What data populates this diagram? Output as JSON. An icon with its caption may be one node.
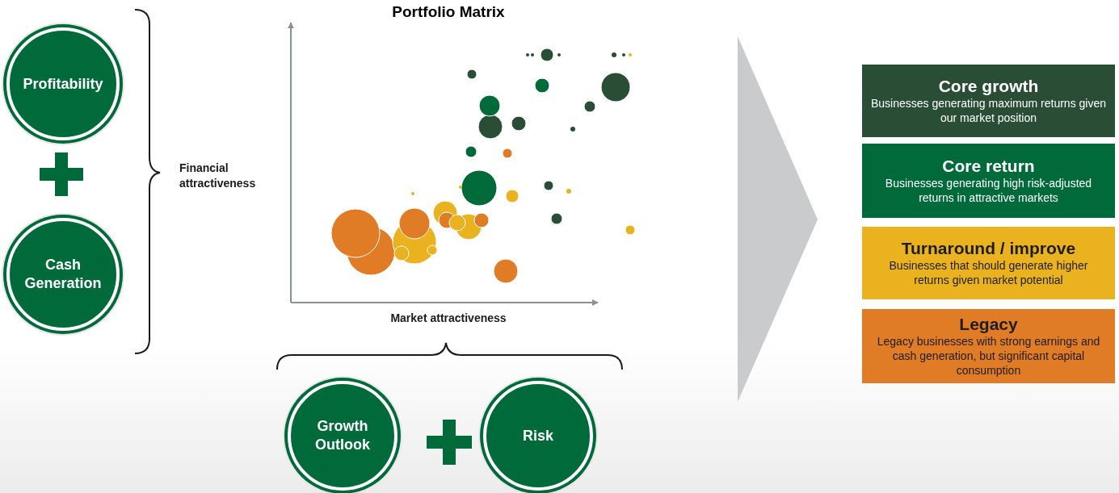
{
  "diagram": {
    "title": "Portfolio Matrix",
    "nodes": [
      {
        "text": [
          "Profitability"
        ]
      },
      {
        "text": [
          "Cash Generation"
        ]
      },
      {
        "text": [
          "Growth Outlook"
        ]
      },
      {
        "text": [
          "Risk"
        ]
      },
      {
        "text": [
          "Core growth",
          "Businesses generating maximum returns given our market position"
        ]
      },
      {
        "text": [
          "Core return",
          "Businesses generating high risk-adjusted returns in attractive markets"
        ]
      },
      {
        "text": [
          "Turnaround / improve",
          "Businesses that should generate higher returns given market potential"
        ]
      },
      {
        "text": [
          "Legacy",
          "Legacy businesses with strong earnings and cash generation, but significant capital consumption"
        ]
      }
    ],
    "labels": [
      "Financial attractiveness",
      "Market attractiveness"
    ]
  }
}
